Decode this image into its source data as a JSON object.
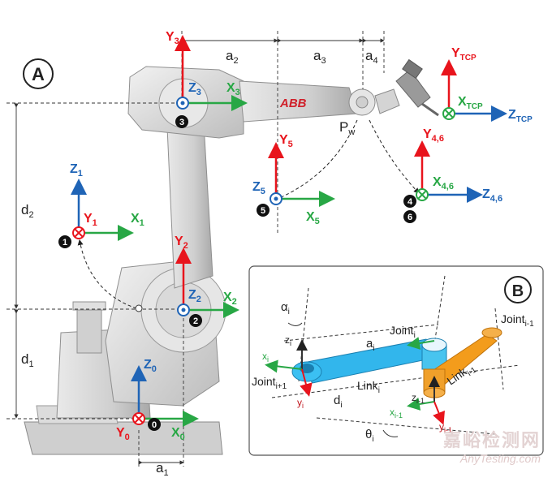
{
  "panel_a": {
    "label": "A"
  },
  "panel_b": {
    "label": "B"
  },
  "logo": "ABB",
  "dims": {
    "a1": "a",
    "a2": "a",
    "a3": "a",
    "a4": "a",
    "d1": "d",
    "d2": "d",
    "a1_sub": "1",
    "a2_sub": "2",
    "a3_sub": "3",
    "a4_sub": "4",
    "d1_sub": "1",
    "d2_sub": "2",
    "pw": "P",
    "pw_sub": "w"
  },
  "frames": {
    "f0": {
      "z": "Z",
      "z_sub": "0",
      "y": "Y",
      "y_sub": "0",
      "x": "X",
      "x_sub": "0",
      "num": "0"
    },
    "f1": {
      "z": "Z",
      "z_sub": "1",
      "y": "Y",
      "y_sub": "1",
      "x": "X",
      "x_sub": "1",
      "num": "1"
    },
    "f2": {
      "y": "Y",
      "y_sub": "2",
      "z": "Z",
      "z_sub": "2",
      "x": "X",
      "x_sub": "2",
      "num": "2"
    },
    "f3": {
      "y": "Y",
      "y_sub": "3",
      "z": "Z",
      "z_sub": "3",
      "x": "X",
      "x_sub": "3",
      "num": "3"
    },
    "f5": {
      "y": "Y",
      "y_sub": "5",
      "z": "Z",
      "z_sub": "5",
      "x": "X",
      "x_sub": "5",
      "num": "5"
    },
    "f46": {
      "y": "Y",
      "y_sub": "4,6",
      "x": "X",
      "x_sub": "4,6",
      "z": "Z",
      "z_sub": "4,6",
      "num_a": "4",
      "num_b": "6"
    },
    "tcp": {
      "y": "Y",
      "y_sub": "TCP",
      "x": "X",
      "x_sub": "TCP",
      "z": "Z",
      "z_sub": "TCP"
    }
  },
  "dh": {
    "alpha": "α",
    "alpha_sub": "i",
    "a": "a",
    "a_sub": "i",
    "d": "d",
    "d_sub": "i",
    "theta": "θ",
    "theta_sub": "i",
    "joint_i": "Joint",
    "joint_i_sub": "i",
    "joint_im1": "Joint",
    "joint_im1_sub": "i-1",
    "joint_ip1": "Joint",
    "joint_ip1_sub": "i+1",
    "link_i": "Link",
    "link_i_sub": "i",
    "link_im1": "Link",
    "link_im1_sub": "i-1",
    "zi": "z",
    "zi_sub": "i",
    "xi": "x",
    "xi_sub": "i",
    "yi": "y",
    "yi_sub": "i",
    "zim1": "z",
    "zim1_sub": "i-1",
    "xim1": "x",
    "xim1_sub": "i-1",
    "yim1": "y",
    "yim1_sub": "i-1"
  },
  "watermark": {
    "cn": "嘉峪检测网",
    "en": "AnyTesting.com"
  },
  "colors": {
    "red": "#e8141c",
    "green": "#28a745",
    "blue": "#1f64b6",
    "orange": "#f39c1c",
    "cyan": "#2aa9e0"
  }
}
